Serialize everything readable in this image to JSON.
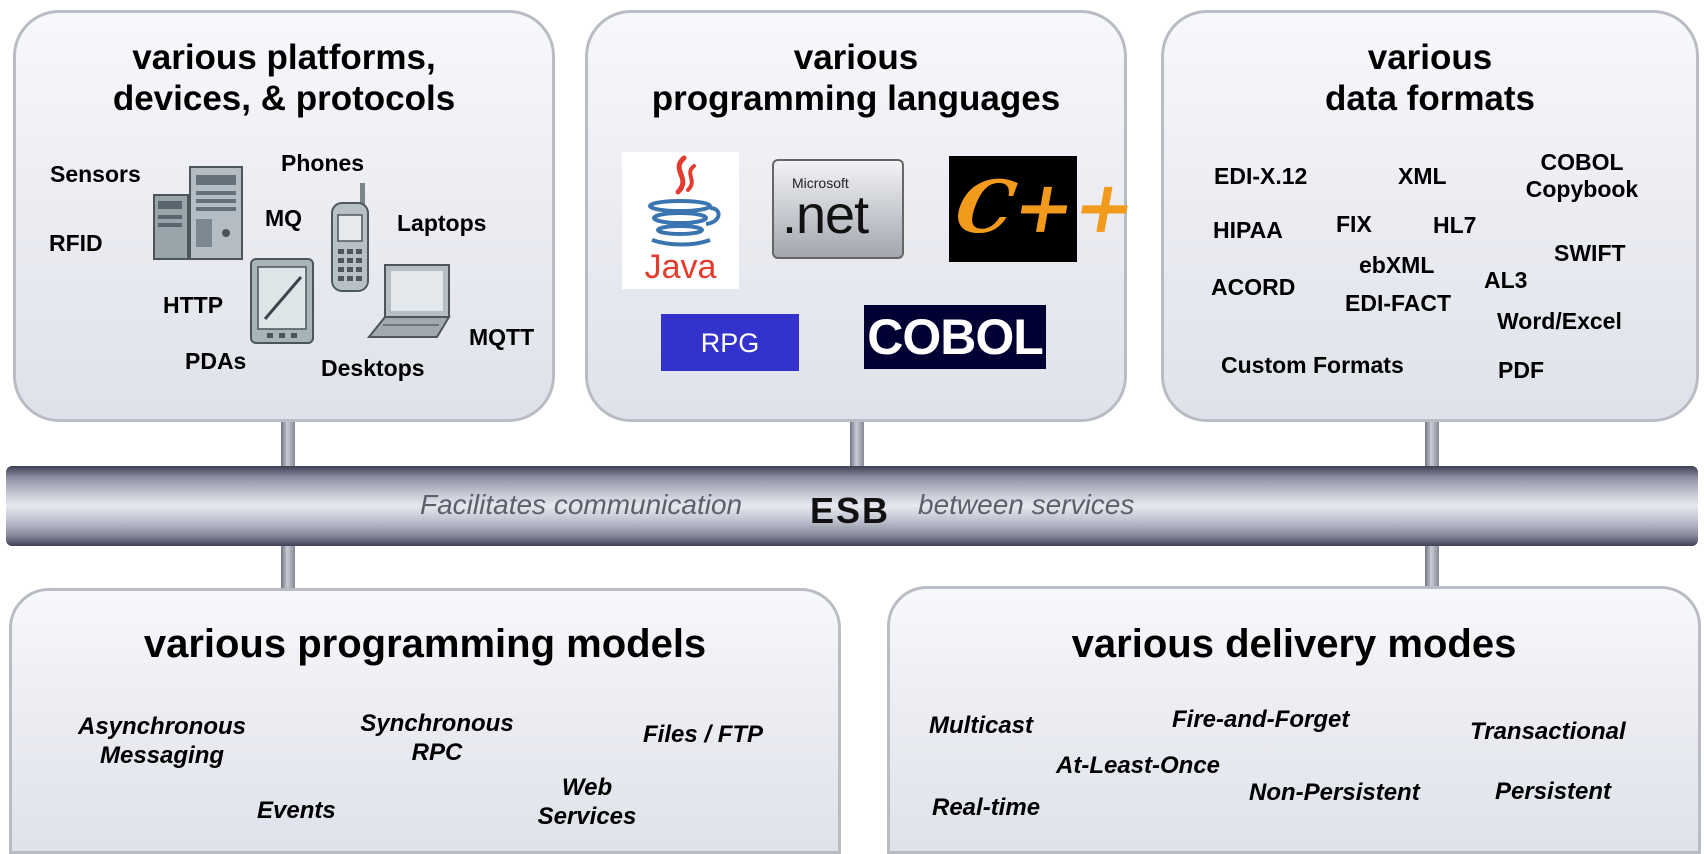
{
  "panels": {
    "platforms": {
      "title_line1": "various platforms,",
      "title_line2": "devices, & protocols",
      "items": {
        "sensors": "Sensors",
        "phones": "Phones",
        "mq": "MQ",
        "laptops": "Laptops",
        "rfid": "RFID",
        "http": "HTTP",
        "mqtt": "MQTT",
        "pdas": "PDAs",
        "desktops": "Desktops"
      }
    },
    "languages": {
      "title_line1": "various",
      "title_line2": "programming languages",
      "logos": {
        "java": "Java",
        "microsoft": "Microsoft",
        "net": ".net",
        "cpp": "C++",
        "rpg": "RPG",
        "cobol": "COBOL"
      }
    },
    "formats": {
      "title_line1": "various",
      "title_line2": "data formats",
      "items": {
        "edi_x12": "EDI-X.12",
        "xml": "XML",
        "cobol_copybook_1": "COBOL",
        "cobol_copybook_2": "Copybook",
        "hipaa": "HIPAA",
        "fix": "FIX",
        "hl7": "HL7",
        "swift": "SWIFT",
        "ebxml": "ebXML",
        "acord": "ACORD",
        "al3": "AL3",
        "edi_fact": "EDI-FACT",
        "word_excel": "Word/Excel",
        "custom_formats": "Custom Formats",
        "pdf": "PDF"
      }
    },
    "models": {
      "title": "various programming models",
      "items": {
        "async_1": "Asynchronous",
        "async_2": "Messaging",
        "sync_1": "Synchronous",
        "sync_2": "RPC",
        "files_ftp": "Files / FTP",
        "events": "Events",
        "web_1": "Web",
        "web_2": "Services"
      }
    },
    "delivery": {
      "title": "various delivery modes",
      "items": {
        "multicast": "Multicast",
        "fire_and_forget": "Fire-and-Forget",
        "transactional": "Transactional",
        "at_least_once": "At-Least-Once",
        "real_time": "Real-time",
        "non_persistent": "Non-Persistent",
        "persistent": "Persistent"
      }
    }
  },
  "bus": {
    "name": "ESB",
    "text_left": "Facilitates communication",
    "text_right": "between services"
  },
  "colors": {
    "rpg_bg": "#3333cc",
    "cobol_bg": "#000033",
    "java_red": "#e33b2e",
    "java_blue": "#3a75b0",
    "cpp_orange": "#f29a1c",
    "panel_border": "#b9bcc4"
  }
}
